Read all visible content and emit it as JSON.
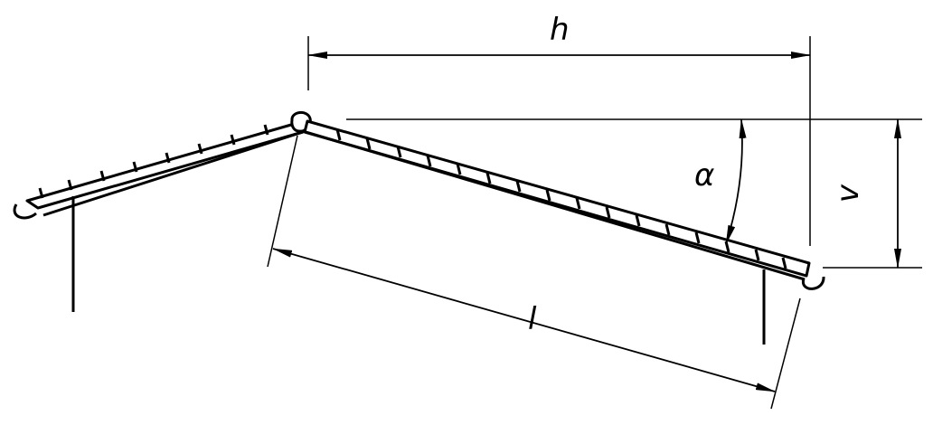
{
  "labels": {
    "horizontal": "h",
    "vertical": "v",
    "length": "l",
    "angle": "α"
  },
  "colors": {
    "line": "#000000",
    "background": "#ffffff"
  }
}
